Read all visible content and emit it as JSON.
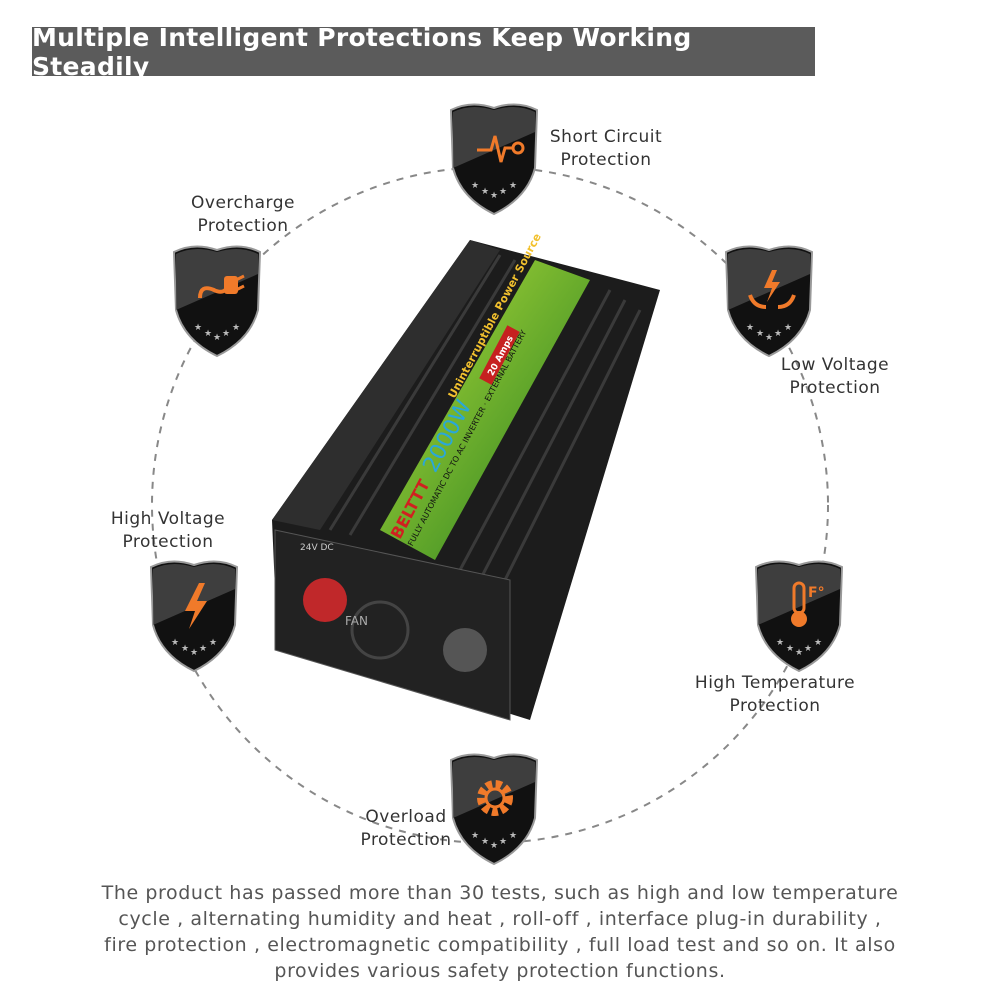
{
  "title": "Multiple Intelligent Protections Keep Working Steadily",
  "protections": [
    {
      "line1": "Short Circuit",
      "line2": "Protection",
      "icon": "pulse-wave-icon"
    },
    {
      "line1": "Overcharge",
      "line2": "Protection",
      "icon": "plug-icon"
    },
    {
      "line1": "Low Voltage",
      "line2": "Protection",
      "icon": "lightning-hands-icon"
    },
    {
      "line1": "High Voltage",
      "line2": "Protection",
      "icon": "lightning-icon"
    },
    {
      "line1": "High Temperature",
      "line2": "Protection",
      "icon": "thermometer-icon"
    },
    {
      "line1": "Overload",
      "line2": "Protection",
      "icon": "gear-icon"
    }
  ],
  "product": {
    "brand": "BELTTT",
    "power": "2000W",
    "subtitle": "FULLY AUTOMATIC DC TO AC INVERTER · EXTERNAL BATTERY",
    "ups": "Uninterruptible Power Source",
    "amps": "20 Amps",
    "fan": "FAN",
    "dc": "24V DC"
  },
  "description": [
    "The product has passed more than 30 tests, such as high and low temperature",
    "cycle , alternating humidity and heat , roll-off , interface plug-in durability ,",
    "fire protection , electromagnetic compatibility , full load test and so on. It also",
    "provides various safety protection functions."
  ],
  "colors": {
    "accent": "#f07a2a",
    "shield": "#1a1a1a",
    "title_bg": "#5b5b5b"
  }
}
